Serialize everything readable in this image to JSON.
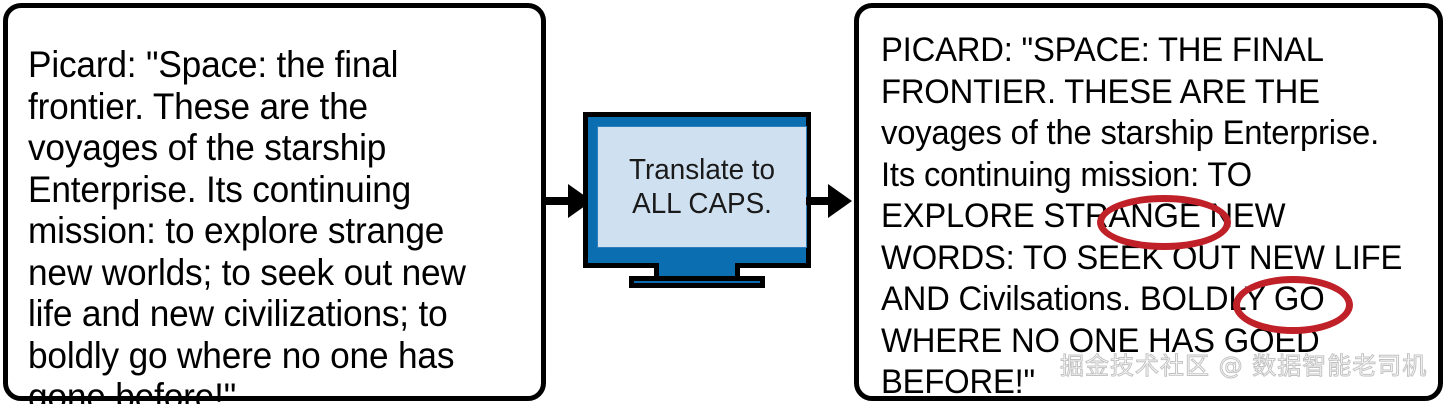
{
  "diagram": {
    "input_box": {
      "text": "Picard: \"Space: the final frontier. These are the voyages of the starship Enterprise. Its continuing mission: to explore strange new worlds; to seek out new life and new civilizations; to boldly go where no one has gone before!\""
    },
    "process": {
      "label": "Translate to\nALL CAPS.",
      "icon": "monitor-icon"
    },
    "output_box": {
      "text": "PICARD: \"SPACE: THE FINAL FRONTIER. THESE ARE THE voyages of the starship Enterprise. Its continuing mission: TO EXPLORE STRANGE NEW WORDS: TO SEEK OUT NEW LIFE AND Civilsations. BOLDLY GO WHERE NO ONE HAS GOED BEFORE!\""
    },
    "annotations": [
      {
        "name": "error-words",
        "text": "WORDS"
      },
      {
        "name": "error-goed",
        "text": "GOED"
      }
    ],
    "arrows": [
      {
        "name": "arrow-input-to-process"
      },
      {
        "name": "arrow-process-to-output"
      }
    ],
    "watermark": "掘金技术社区 @ 数据智能老司机",
    "colors": {
      "outline": "#000000",
      "monitor_frame": "#0B6EB0",
      "monitor_screen": "#CFE0F0",
      "annotation_red": "#C02028",
      "background": "#FFFFFF"
    }
  }
}
